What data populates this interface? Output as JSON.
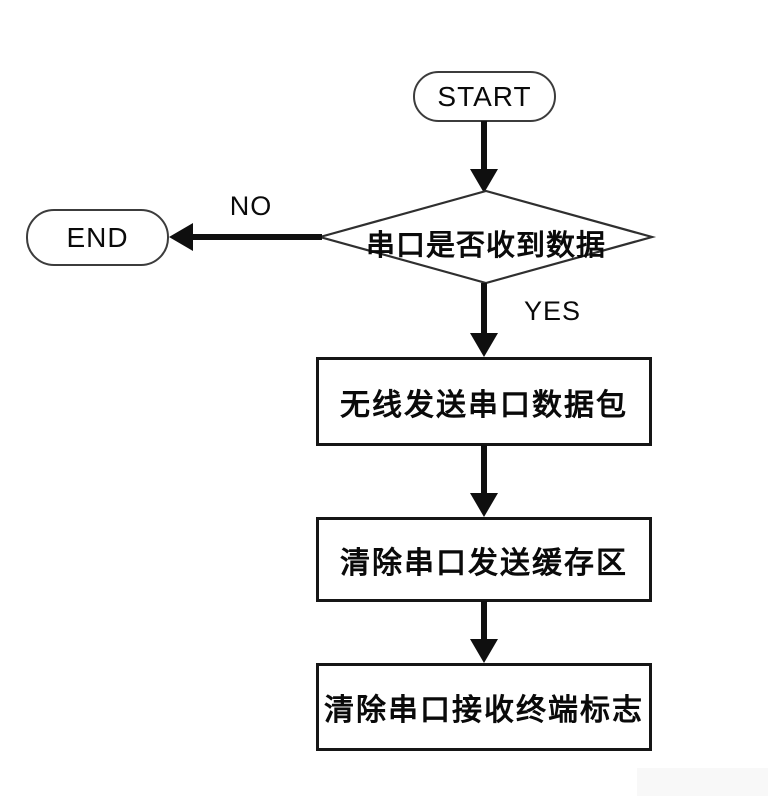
{
  "flowchart": {
    "type": "flowchart",
    "nodes": {
      "start": {
        "label": "START",
        "shape": "terminator"
      },
      "decision": {
        "label": "串口是否收到数据",
        "shape": "decision"
      },
      "end_node": {
        "label": "END",
        "shape": "terminator"
      },
      "process1": {
        "label": "无线发送串口数据包",
        "shape": "process"
      },
      "process2": {
        "label": "清除串口发送缓存区",
        "shape": "process"
      },
      "process3": {
        "label": "清除串口接收终端标志",
        "shape": "process"
      }
    },
    "edges": [
      {
        "from": "start",
        "to": "decision",
        "label": ""
      },
      {
        "from": "decision",
        "to": "end_node",
        "label": "NO"
      },
      {
        "from": "decision",
        "to": "process1",
        "label": "YES"
      },
      {
        "from": "process1",
        "to": "process2",
        "label": ""
      },
      {
        "from": "process2",
        "to": "process3",
        "label": ""
      }
    ],
    "colors": {
      "background": "#ffffff",
      "line": "#0f0f0f",
      "node_border": "#2f2f2f",
      "text": "#0a0a0a"
    }
  }
}
